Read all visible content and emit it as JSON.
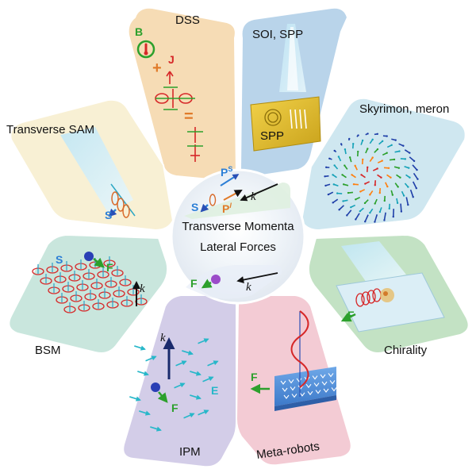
{
  "center": {
    "line1": "Transverse Momenta",
    "line2": "Lateral Forces",
    "S": "S",
    "Ps": "P",
    "Ps_sup": "S",
    "Pl": "P",
    "Pl_sup": "l",
    "k1": "k",
    "F": "F",
    "k2": "k"
  },
  "petals": [
    {
      "id": "dss",
      "label": "DSS",
      "color": "#f5d9b3"
    },
    {
      "id": "soi",
      "label": "SOI, SPP",
      "color": "#b9d4ea"
    },
    {
      "id": "skyrmion",
      "label": "Skyrimon, meron",
      "color": "#cde6ef"
    },
    {
      "id": "chirality",
      "label": "Chirality",
      "color": "#bfe0c2"
    },
    {
      "id": "metarobots",
      "label": "Meta-robots",
      "color": "#f3c9d3"
    },
    {
      "id": "ipm",
      "label": "IPM",
      "color": "#d2cde8"
    },
    {
      "id": "bsm",
      "label": "BSM",
      "color": "#c8e7de"
    },
    {
      "id": "transverse-sam",
      "label": "Transverse SAM",
      "color": "#f8f0d3"
    }
  ],
  "dss": {
    "B": "B",
    "J": "J",
    "plus": "+",
    "equals": "="
  },
  "soi": {
    "spp": "SPP"
  },
  "transverse_sam": {
    "S": "S"
  },
  "bsm": {
    "S": "S",
    "F": "F",
    "k": "k"
  },
  "ipm": {
    "k": "k",
    "E": "E",
    "F": "F"
  },
  "metarobots": {
    "F": "F"
  },
  "chirality": {
    "F": "F"
  }
}
